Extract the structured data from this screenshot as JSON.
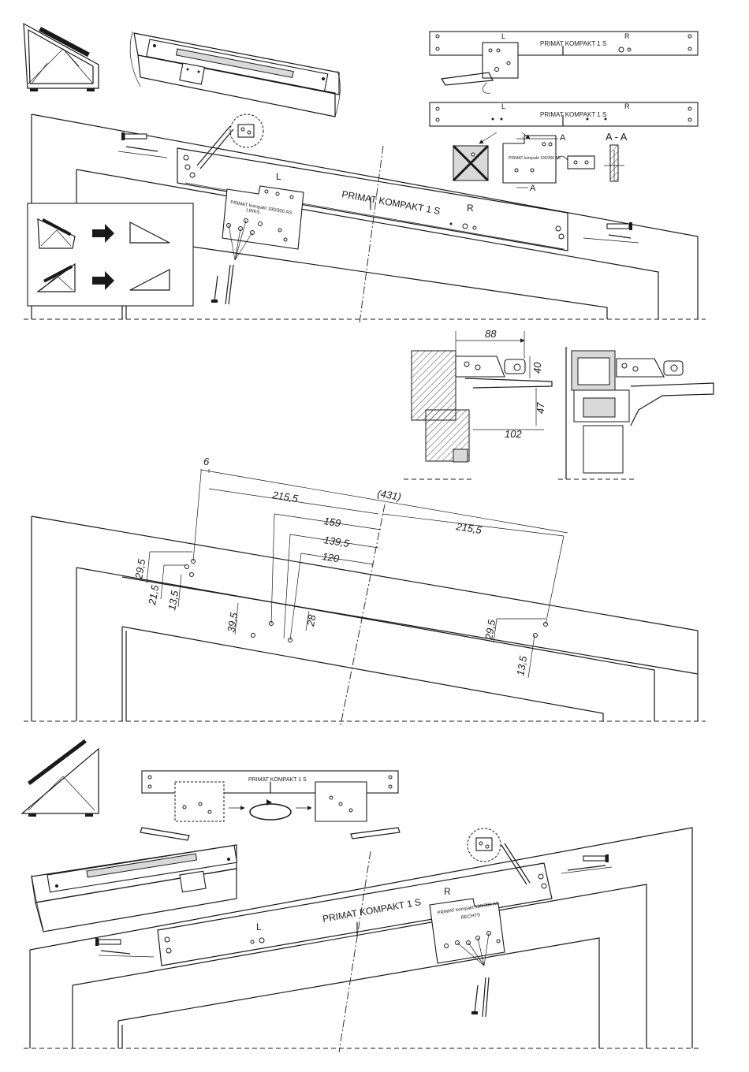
{
  "product_label": "PRIMAT KOMPAKT 1 S",
  "side_left": "L",
  "side_right": "R",
  "plate_links": "PRIMAT kompakt 190/300 AS",
  "plate_links_sub": "LINKS",
  "plate_rechts": "PRIMAT kompakt 190/300 AS",
  "plate_rechts_sub": "RECHTS",
  "section_label": "A - A",
  "section_marker": "A",
  "profile_dims": {
    "d88": "88",
    "d40": "40",
    "d47": "47",
    "d102": "102"
  },
  "drilling_dims": {
    "d6": "6",
    "d215_left": "215,5",
    "d431": "(431)",
    "d215_right": "215,5",
    "d159": "159",
    "d139": "139,5",
    "d120": "120",
    "d29_left": "29,5",
    "d21": "21,5",
    "d13_left": "13,5",
    "d39": "39,5",
    "d28": "28",
    "d29_right": "29,5",
    "d13_right": "13,5"
  }
}
